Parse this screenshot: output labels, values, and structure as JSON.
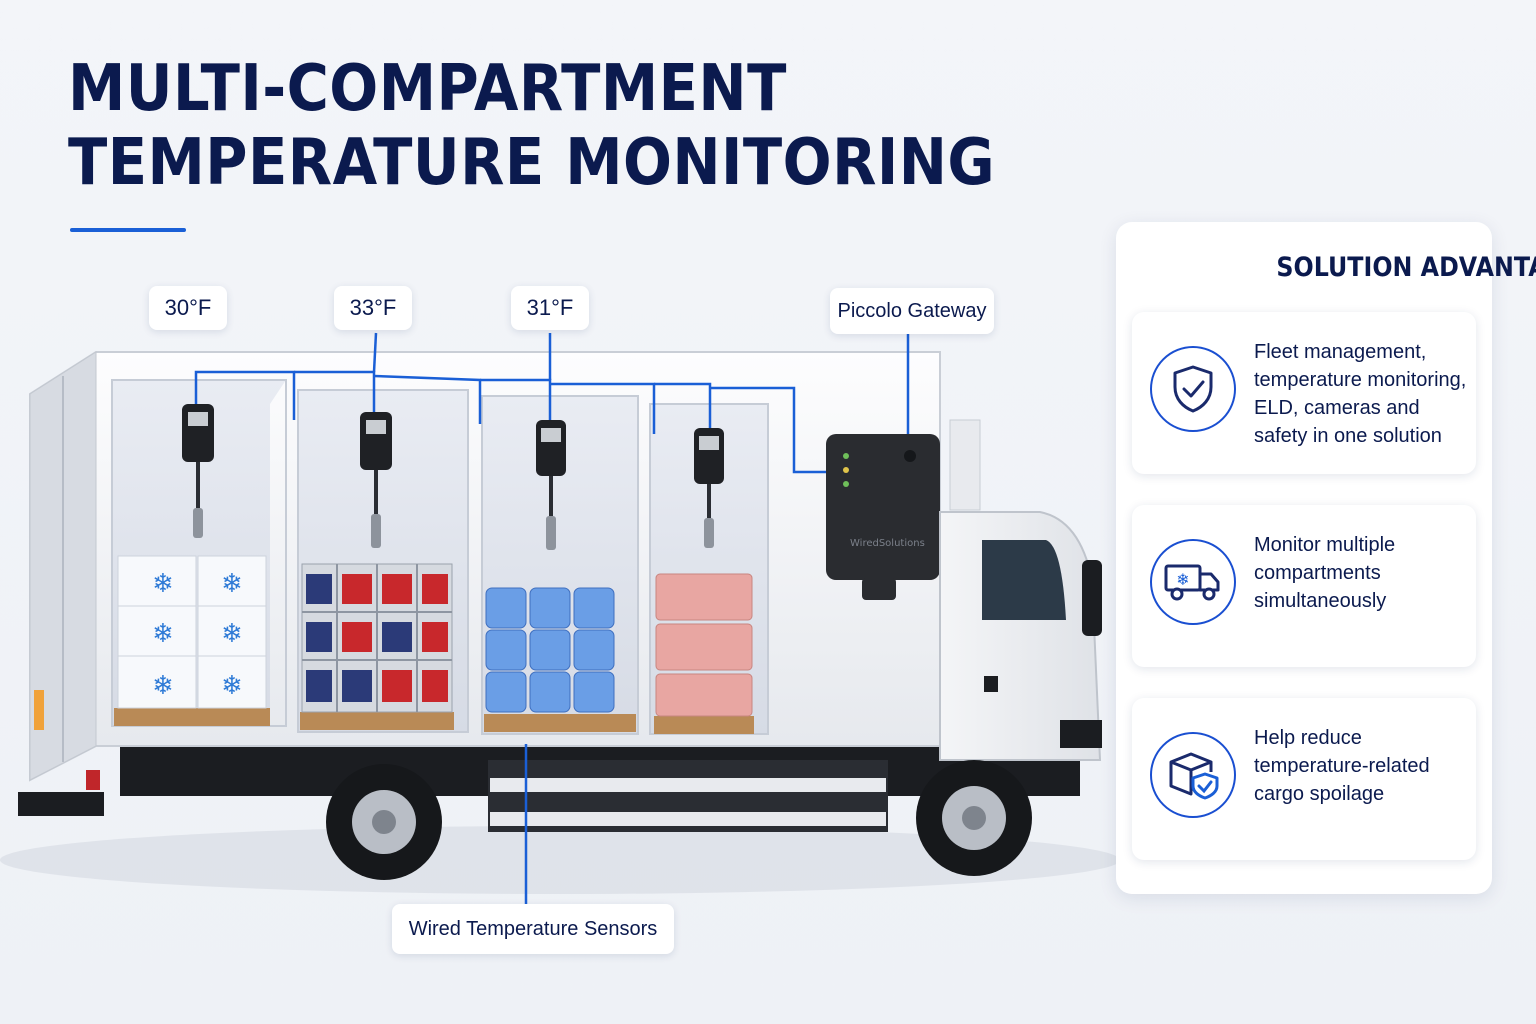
{
  "header": {
    "title_line1": "MULTI-COMPARTMENT",
    "title_line2": "TEMPERATURE MONITORING"
  },
  "callouts": {
    "temps": [
      "30°F",
      "33°F",
      "31°F"
    ],
    "gateway": "Piccolo Gateway",
    "sensors": "Wired Temperature Sensors",
    "device_brand": "WiredSolutions"
  },
  "advantages": {
    "title": "SOLUTION ADVANTAGES",
    "items": [
      {
        "icon": "shield-check-icon",
        "text": "Fleet management, temperature monitoring, ELD, cameras and safety in one solution"
      },
      {
        "icon": "refrigerated-truck-icon",
        "text": "Monitor multiple compartments simultaneously"
      },
      {
        "icon": "box-shield-icon",
        "text": "Help reduce temperature-related cargo spoilage"
      }
    ]
  },
  "colors": {
    "accent": "#1a5fd6",
    "navy": "#0b1a4e",
    "background": "#f1f3f7"
  }
}
